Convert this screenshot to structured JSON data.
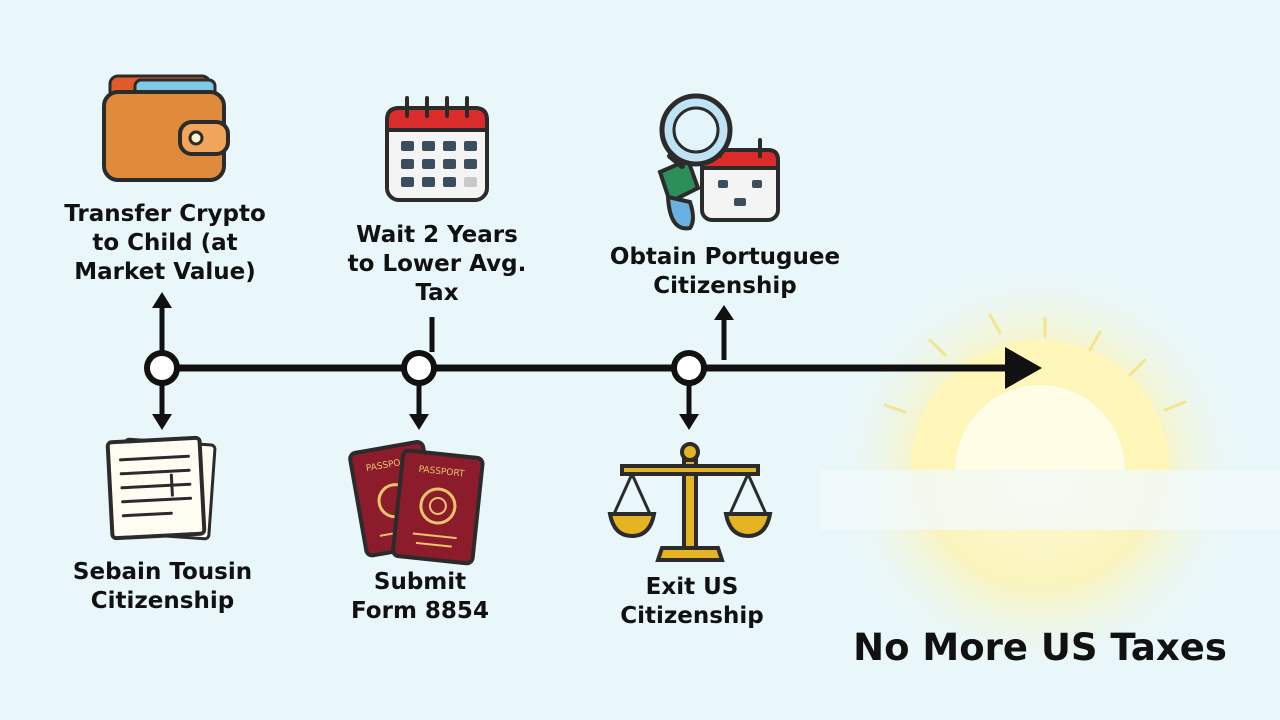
{
  "steps_top": [
    {
      "id": "transfer",
      "icon": "wallet-icon",
      "lines": [
        "Transfer Crypto",
        "to Child (at",
        "Market Value)"
      ]
    },
    {
      "id": "wait",
      "icon": "calendar-icon",
      "lines": [
        "Wait 2 Years",
        "to Lower Avg.",
        "Tax"
      ]
    },
    {
      "id": "portuguese",
      "icon": "magnifier-calendar-icon",
      "lines": [
        "Obtain Portuguee",
        "Citizenship"
      ]
    }
  ],
  "steps_bottom": [
    {
      "id": "sebain",
      "icon": "documents-icon",
      "lines": [
        "Sebain Tousin",
        "Citizenship"
      ]
    },
    {
      "id": "form",
      "icon": "passports-icon",
      "lines": [
        "Submit",
        "Form 8854"
      ]
    },
    {
      "id": "exit",
      "icon": "scales-icon",
      "lines": [
        "Exit US",
        "Citizenship"
      ]
    }
  ],
  "final": {
    "label": "No More US Taxes",
    "icon": "sunrise-icon"
  },
  "passport_text": [
    "PASSPORT",
    "PASSPORT"
  ],
  "colors": {
    "line": "#111111",
    "wallet": "#e08a3c",
    "calendar_top": "#dc2b2b",
    "passport": "#8c1c2c",
    "scales": "#e6b422",
    "sun": "#fff3a8"
  }
}
